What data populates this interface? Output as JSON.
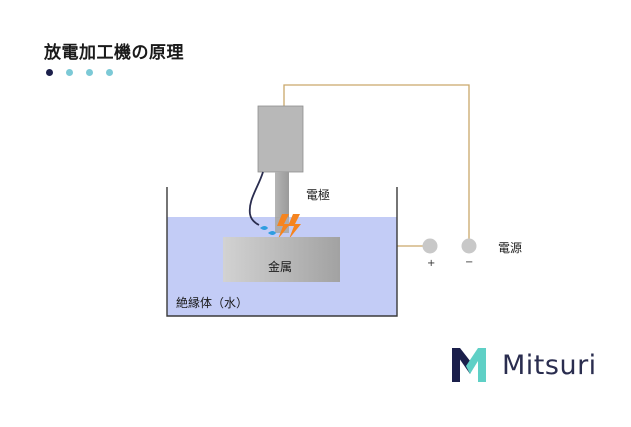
{
  "title": "放電加工機の原理",
  "labels": {
    "electrode": "電極",
    "metal": "金属",
    "insulator": "絶縁体（水）",
    "power": "電源",
    "plus": "+",
    "minus": "−"
  },
  "brand": {
    "name": "Mitsuri"
  },
  "colors": {
    "dot_dark": "#1b1f4b",
    "dot_light": "#7cc9d6",
    "water": "#c3ccf6",
    "wire": "#c9a86a",
    "spark": "#f5841f",
    "droplet": "#2f9de0",
    "logo_dark": "#1b1f4b",
    "logo_teal": "#5fd0c6"
  }
}
